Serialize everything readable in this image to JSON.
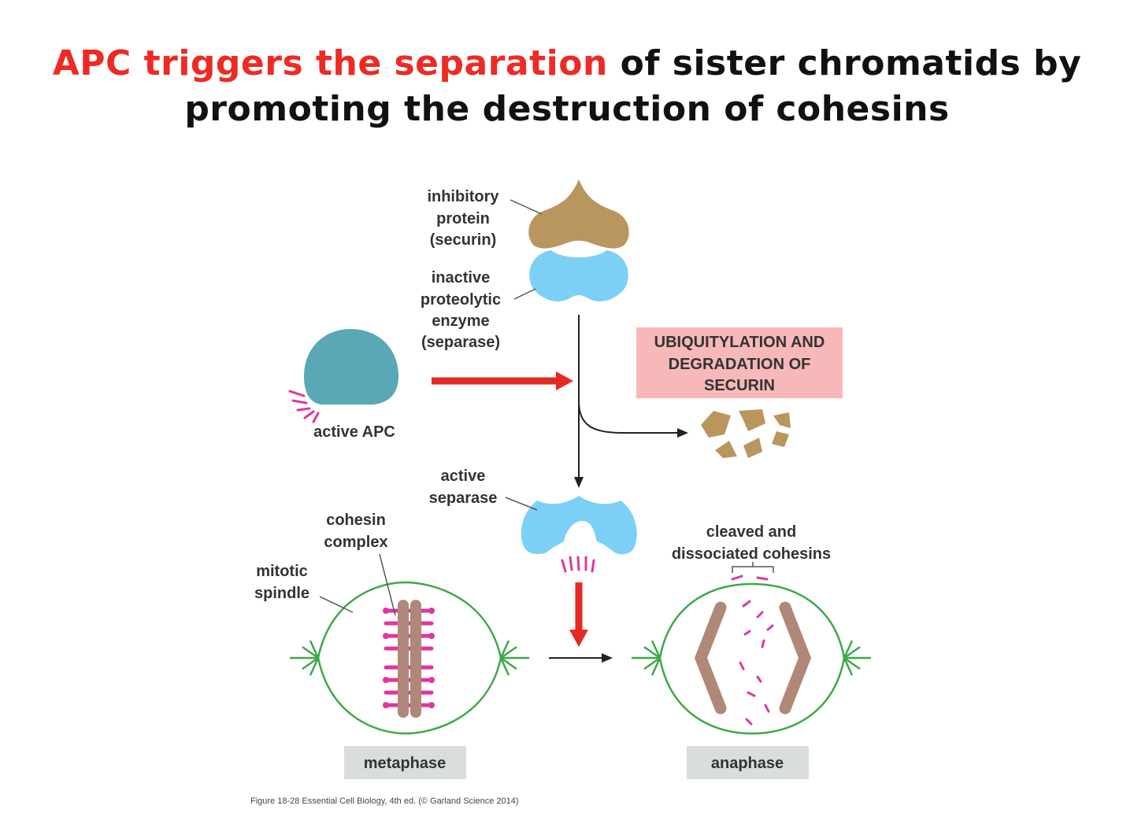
{
  "title": {
    "line1_highlight": "APC triggers the separation",
    "line1_rest": " of sister chromatids by",
    "line2": "promoting the destruction of cohesins"
  },
  "labels": {
    "securin": [
      "inhibitory",
      "protein",
      "(securin)"
    ],
    "separase_inactive": [
      "inactive",
      "proteolytic",
      "enzyme",
      "(separase)"
    ],
    "active_apc": "active APC",
    "ubiquitylation": [
      "UBIQUITYLATION AND",
      "DEGRADATION OF",
      "SECURIN"
    ],
    "active_separase": [
      "active",
      "separase"
    ],
    "cohesin_complex": [
      "cohesin",
      "complex"
    ],
    "mitotic_spindle": [
      "mitotic",
      "spindle"
    ],
    "cleaved_cohesins": [
      "cleaved and",
      "dissociated cohesins"
    ],
    "metaphase": "metaphase",
    "anaphase": "anaphase",
    "credit": "Figure 18-28 Essential Cell Biology, 4th ed. (© Garland Science 2014)"
  },
  "colors": {
    "title_highlight": "#ee2a24",
    "securin": "#b8965e",
    "separase": "#7dd0f5",
    "apc": "#5aa8b5",
    "cohesin": "#e0369f",
    "spindle": "#3ea84a",
    "chromatid": "#b08878",
    "arrow_red": "#e52a25",
    "ubiq_box": "#f6b8b9",
    "phase_box": "#d9dedc"
  }
}
